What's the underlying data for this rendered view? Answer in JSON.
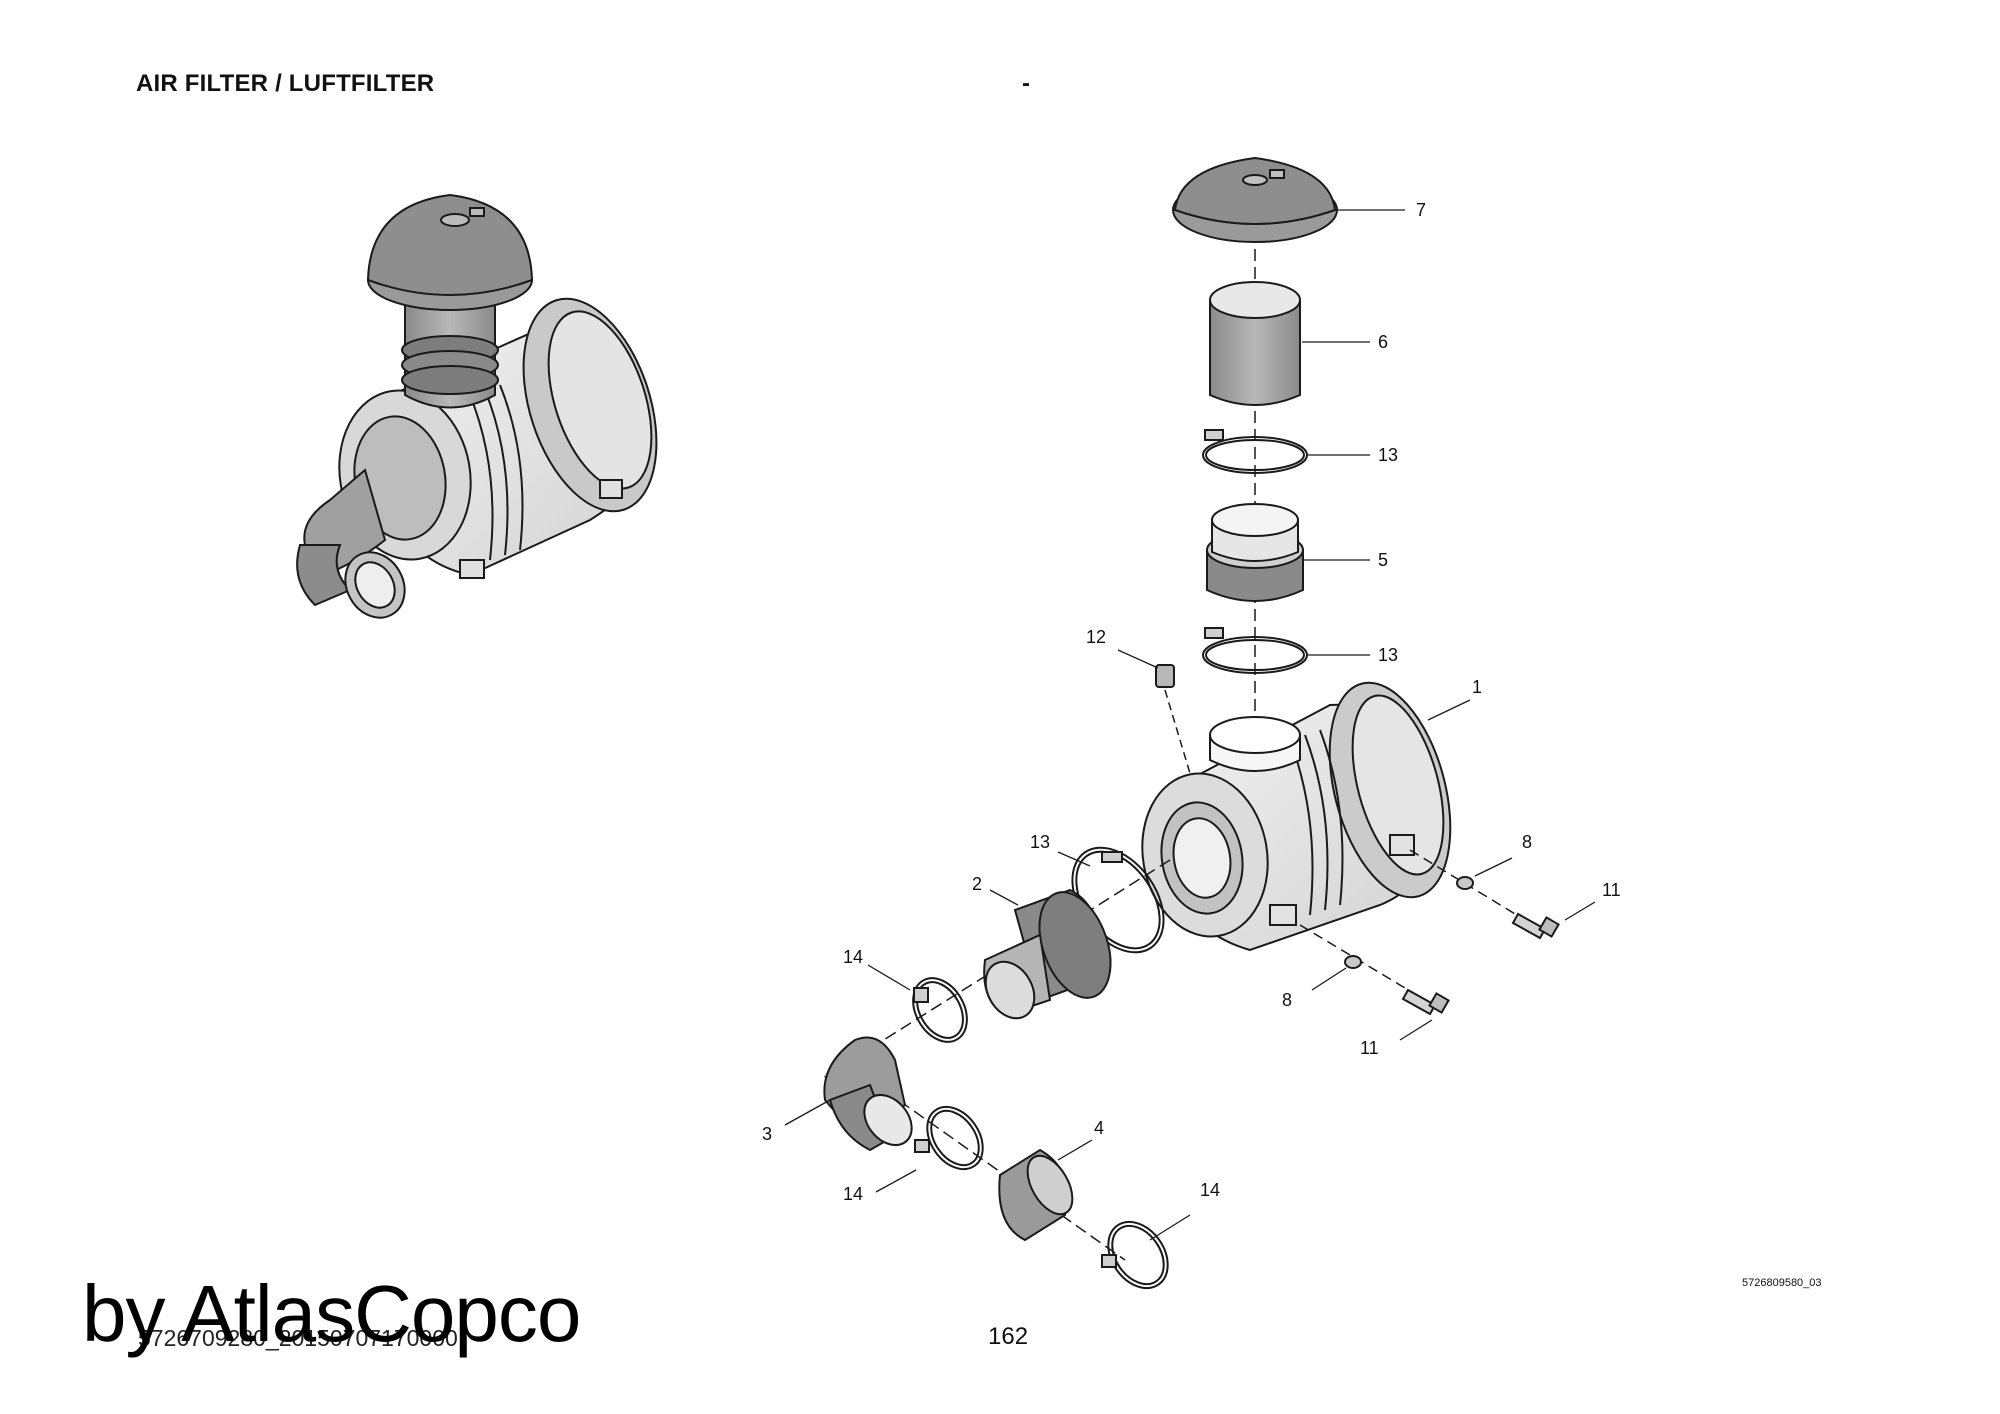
{
  "header": {
    "title": "AIR FILTER / LUFTFILTER",
    "separator": "-"
  },
  "footer": {
    "document_code": "5726709280_20150707170000",
    "page_number": "162",
    "drawing_code": "5726809580_03",
    "watermark": "by AtlasCopco"
  },
  "callouts": [
    {
      "id": "c7",
      "label": "7"
    },
    {
      "id": "c6",
      "label": "6"
    },
    {
      "id": "c13a",
      "label": "13"
    },
    {
      "id": "c5",
      "label": "5"
    },
    {
      "id": "c13b",
      "label": "13"
    },
    {
      "id": "c12",
      "label": "12"
    },
    {
      "id": "c1",
      "label": "1"
    },
    {
      "id": "c13c",
      "label": "13"
    },
    {
      "id": "c2",
      "label": "2"
    },
    {
      "id": "c8a",
      "label": "8"
    },
    {
      "id": "c11a",
      "label": "11"
    },
    {
      "id": "c14a",
      "label": "14"
    },
    {
      "id": "c8b",
      "label": "8"
    },
    {
      "id": "c11b",
      "label": "11"
    },
    {
      "id": "c3",
      "label": "3"
    },
    {
      "id": "c4",
      "label": "4"
    },
    {
      "id": "c14b",
      "label": "14"
    },
    {
      "id": "c14c",
      "label": "14"
    }
  ],
  "colors": {
    "line": "#1a1a1a",
    "dark_gray": "#7d7d7d",
    "mid_gray": "#a8a8a8",
    "light_gray": "#d6d6d6",
    "body_fill": "#e9e9e9"
  }
}
